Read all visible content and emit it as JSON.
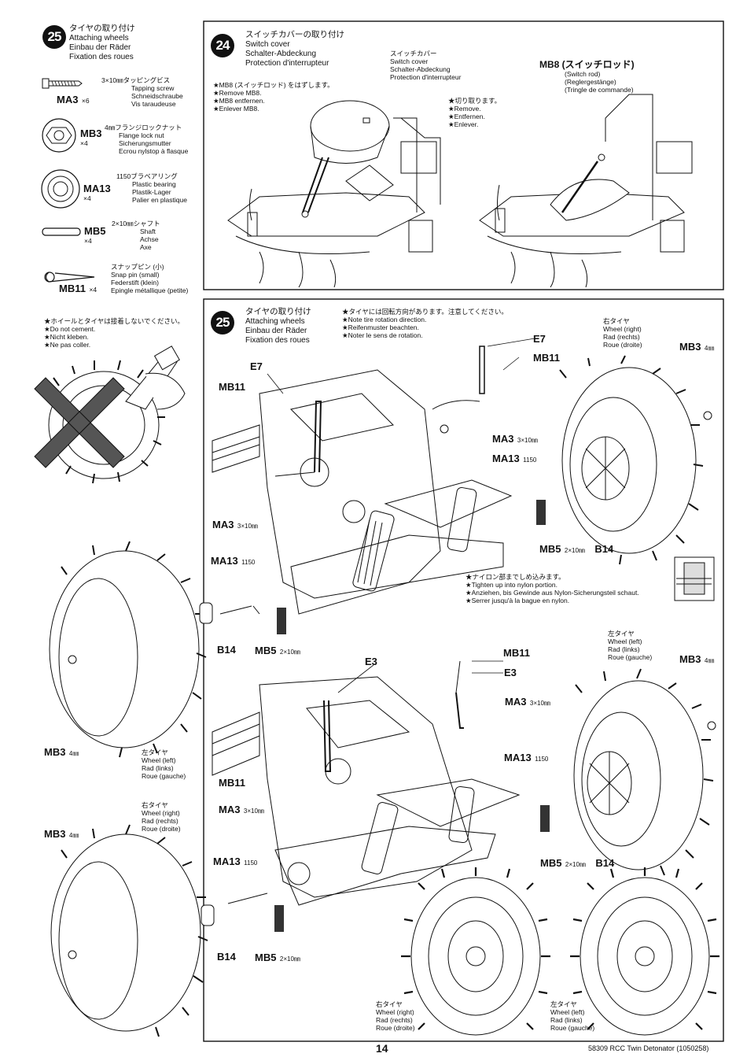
{
  "step25_parts": {
    "number": "25",
    "title_jp": "タイヤの取り付け",
    "title_en": "Attaching wheels",
    "title_de": "Einbau der Räder",
    "title_fr": "Fixation des roues",
    "parts": [
      {
        "code": "MA3",
        "qty": "×6",
        "desc_jp": "3×10㎜タッピングビス",
        "desc": [
          "Tapping screw",
          "Schneidschraube",
          "Vis taraudeuse"
        ]
      },
      {
        "code": "MB3",
        "qty": "×4",
        "desc_jp": "4㎜フランジロックナット",
        "desc": [
          "Flange lock nut",
          "Sicherungsmutter",
          "Ecrou nylstop à flasque"
        ]
      },
      {
        "code": "MA13",
        "qty": "×4",
        "desc_jp": "1150ブラベアリング",
        "desc": [
          "Plastic bearing",
          "Plastik-Lager",
          "Palier en plastique"
        ]
      },
      {
        "code": "MB5",
        "qty": "×4",
        "desc_jp": "2×10㎜シャフト",
        "desc": [
          "Shaft",
          "Achse",
          "Axe"
        ]
      },
      {
        "code": "MB11",
        "qty": "×4",
        "desc_jp": "スナップピン (小)",
        "desc": [
          "Snap pin (small)",
          "Federstift (klein)",
          "Epingle métallique (petite)"
        ]
      }
    ]
  },
  "step24": {
    "number": "24",
    "title_jp": "スイッチカバーの取り付け",
    "title_en": "Switch cover",
    "title_de": "Schalter-Abdeckung",
    "title_fr": "Protection d'interrupteur",
    "note_remove": [
      "★MB8 (スイッチロッド) をはずします。",
      "★Remove MB8.",
      "★MB8 entfernen.",
      "★Enlever MB8."
    ],
    "cover_label": [
      "スイッチカバー",
      "Switch cover",
      "Schalter-Abdeckung",
      "Protection d'interrupteur"
    ],
    "cut_note": [
      "★切り取ります。",
      "★Remove.",
      "★Entfernen.",
      "★Enlever."
    ],
    "mb8_label": [
      "MB8 (スイッチロッド)",
      "(Switch rod)",
      "(Reglergestänge)",
      "(Tringle de commande)"
    ]
  },
  "step25_main": {
    "number": "25",
    "title_jp": "タイヤの取り付け",
    "title_en": "Attaching wheels",
    "title_de": "Einbau der Räder",
    "title_fr": "Fixation des roues",
    "rotation_note": [
      "★タイヤには回転方向があります。注意してください。",
      "★Note tire rotation direction.",
      "★Reifenmuster beachten.",
      "★Noter le sens de rotation."
    ],
    "nylon_note": [
      "★ナイロン部までしめ込みます。",
      "★Tighten up into nylon portion.",
      "★Anziehen, bis Gewinde aus Nylon-Sicherungsteil schaut.",
      "★Serrer jusqu'à la bague en nylon."
    ]
  },
  "no_cement_note": [
    "★ホイールとタイヤは接着しないでください。",
    "★Do not cement.",
    "★Nicht kleben.",
    "★Ne pas coller."
  ],
  "wheel_right": [
    "右タイヤ",
    "Wheel (right)",
    "Rad (rechts)",
    "Roue (droite)"
  ],
  "wheel_left": [
    "左タイヤ",
    "Wheel (left)",
    "Rad (links)",
    "Roue (gauche)"
  ],
  "labels": {
    "E7": "E7",
    "E3": "E3",
    "B14": "B14",
    "MB11": "MB11",
    "MA3": "MA3",
    "MA13": "MA13",
    "MB5": "MB5",
    "MB3": "MB3",
    "size_3x10": "3×10㎜",
    "size_1150": "1150",
    "size_2x10": "2×10㎜",
    "size_4": "4㎜"
  },
  "footer": {
    "page_number": "14",
    "doc_ref": "58309  RCC Twin Detonator (1050258)"
  }
}
